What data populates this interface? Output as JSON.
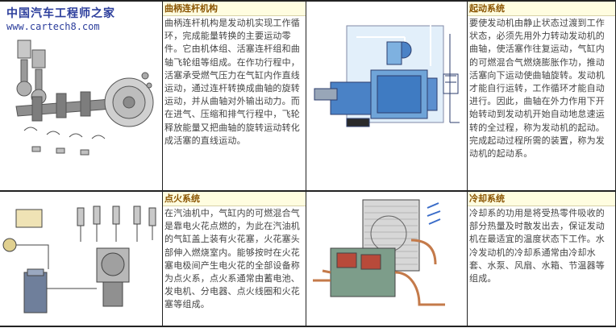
{
  "watermark": {
    "line1": "中国汽车工程师之家",
    "line2": "www.cartech8.com"
  },
  "sections": [
    {
      "title": "曲柄连杆机构",
      "body": "曲柄连杆机构是发动机实现工作循环，完成能量转换的主要运动零件。它由机体组、活塞连杆组和曲轴飞轮组等组成。在作功行程中，活塞承受燃气压力在气缸内作直线运动，通过连杆转换成曲轴的旋转运动，并从曲轴对外输出动力。而在进气、压缩和排气行程中，飞轮释放能量又把曲轴的旋转运动转化成活塞的直线运动。"
    },
    {
      "title": "起动系统",
      "body": "要使发动机由静止状态过渡到工作状态，必须先用外力转动发动机的曲轴，使活塞作往复运动，气缸内的可燃混合气燃烧膨胀作功，推动活塞向下运动使曲轴旋转。发动机才能自行运转，工作循环才能自动进行。因此，曲轴在外力作用下开始转动到发动机开始自动地怠速运转的全过程，称为发动机的起动。完成起动过程所需的装置，称为发动机的起动系。"
    },
    {
      "title": "点火系统",
      "body": "在汽油机中，气缸内的可燃混合气是靠电火花点燃的，为此在汽油机的气缸盖上装有火花塞，火花塞头部伸入燃烧室内。能够按时在火花塞电极间产生电火花的全部设备称为点火系，点火系通常由蓄电池、发电机、分电器、点火线圈和火花塞等组成。"
    },
    {
      "title": "冷却系统",
      "body": "冷却系的功用是将受热零件吸收的部分热量及时散发出去，保证发动机在最适宜的温度状态下工作。水冷发动机的冷却系通常由冷却水套、水泵、风扇、水箱、节温器等组成。"
    }
  ]
}
